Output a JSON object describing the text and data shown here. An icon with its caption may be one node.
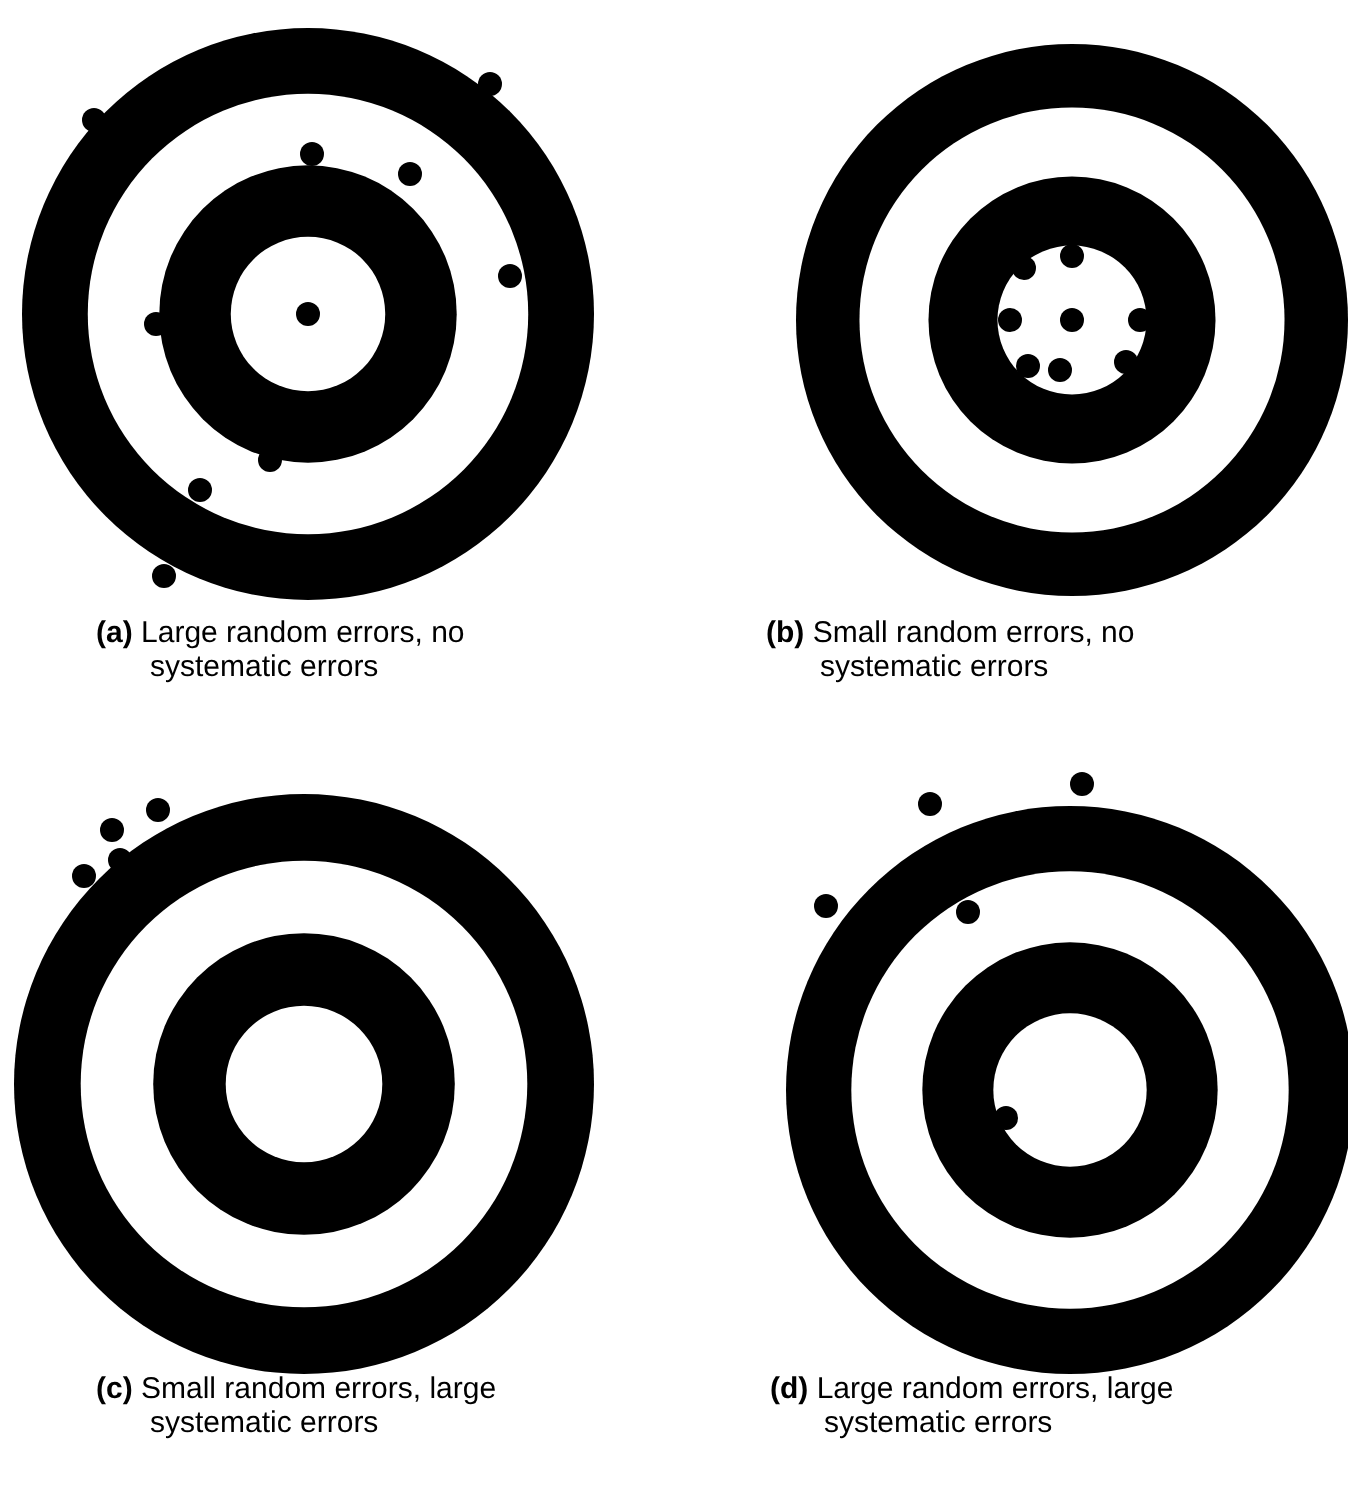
{
  "diagram": {
    "labels": [
      "**(a)** Large random errors, no systematic errors",
      "**(b)** Small random errors, no systematic errors",
      "**(c)** Small random errors, large systematic errors",
      "**(d)** Large random errors, large systematic errors"
    ]
  }
}
